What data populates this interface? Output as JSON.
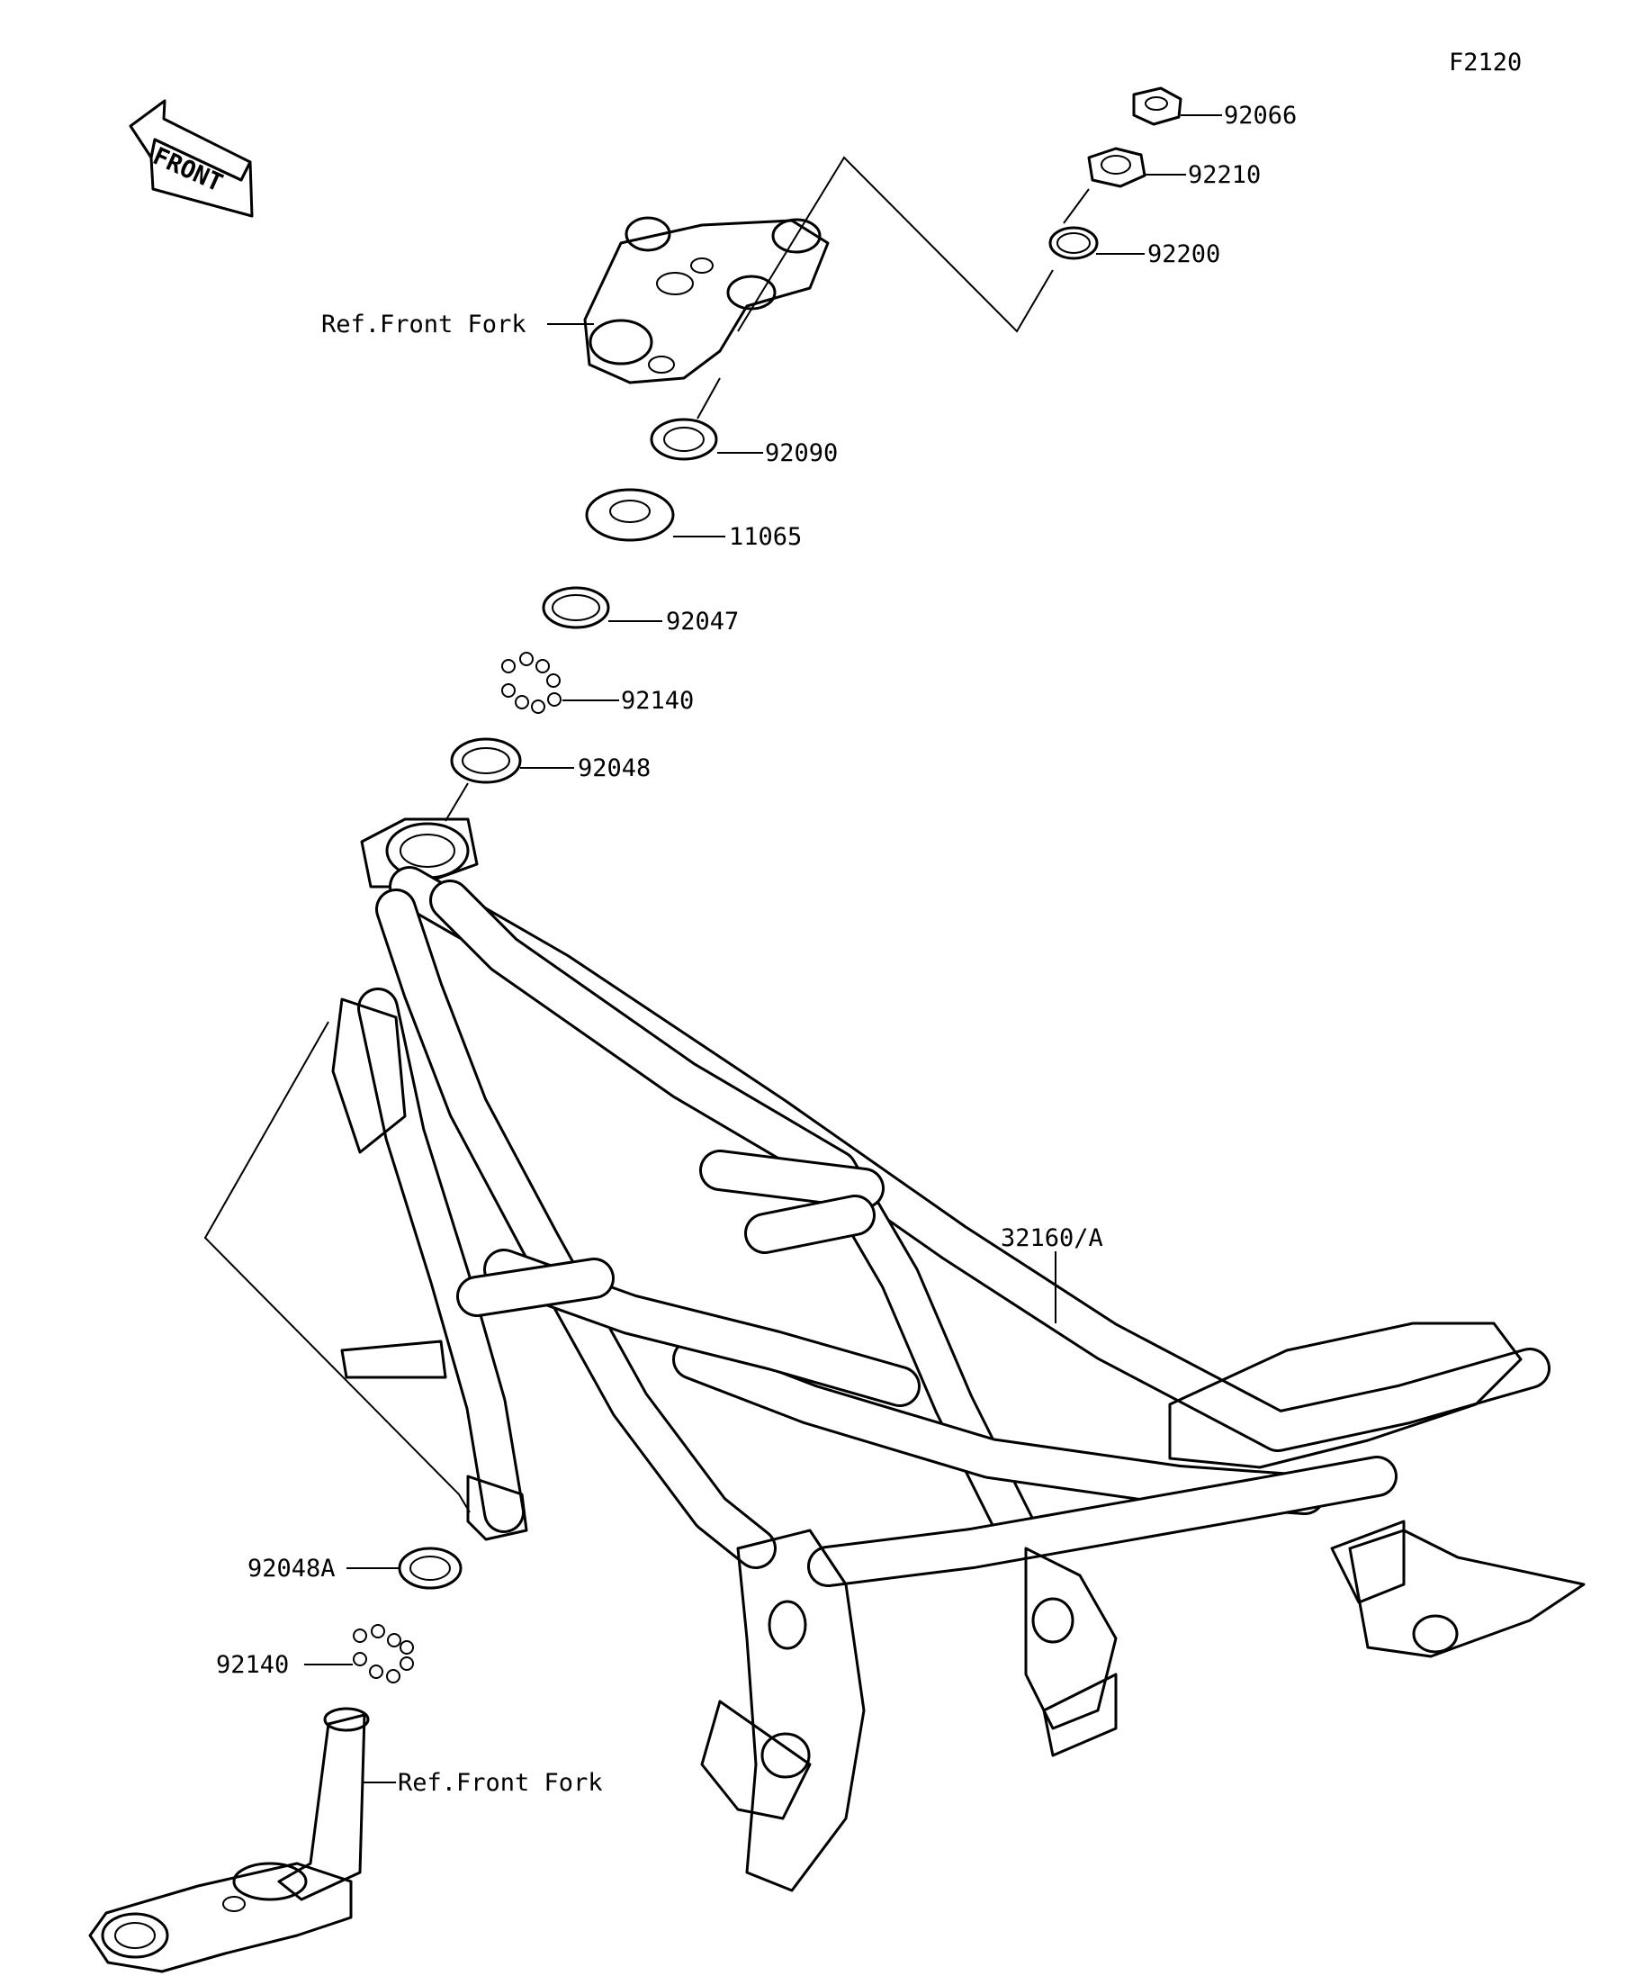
{
  "figure_code": "F2120",
  "direction_label": "FRONT",
  "refs": {
    "upper_bracket": "Ref.Front Fork",
    "lower_bracket": "Ref.Front Fork"
  },
  "parts": {
    "nut_92066": "92066",
    "nut_92210": "92210",
    "washer_92200": "92200",
    "seal_92090": "92090",
    "cap_11065": "11065",
    "race_92047": "92047",
    "balls_upper": "92140",
    "race_92048": "92048",
    "frame": "32160/A",
    "race_92048A": "92048A",
    "balls_lower": "92140"
  }
}
